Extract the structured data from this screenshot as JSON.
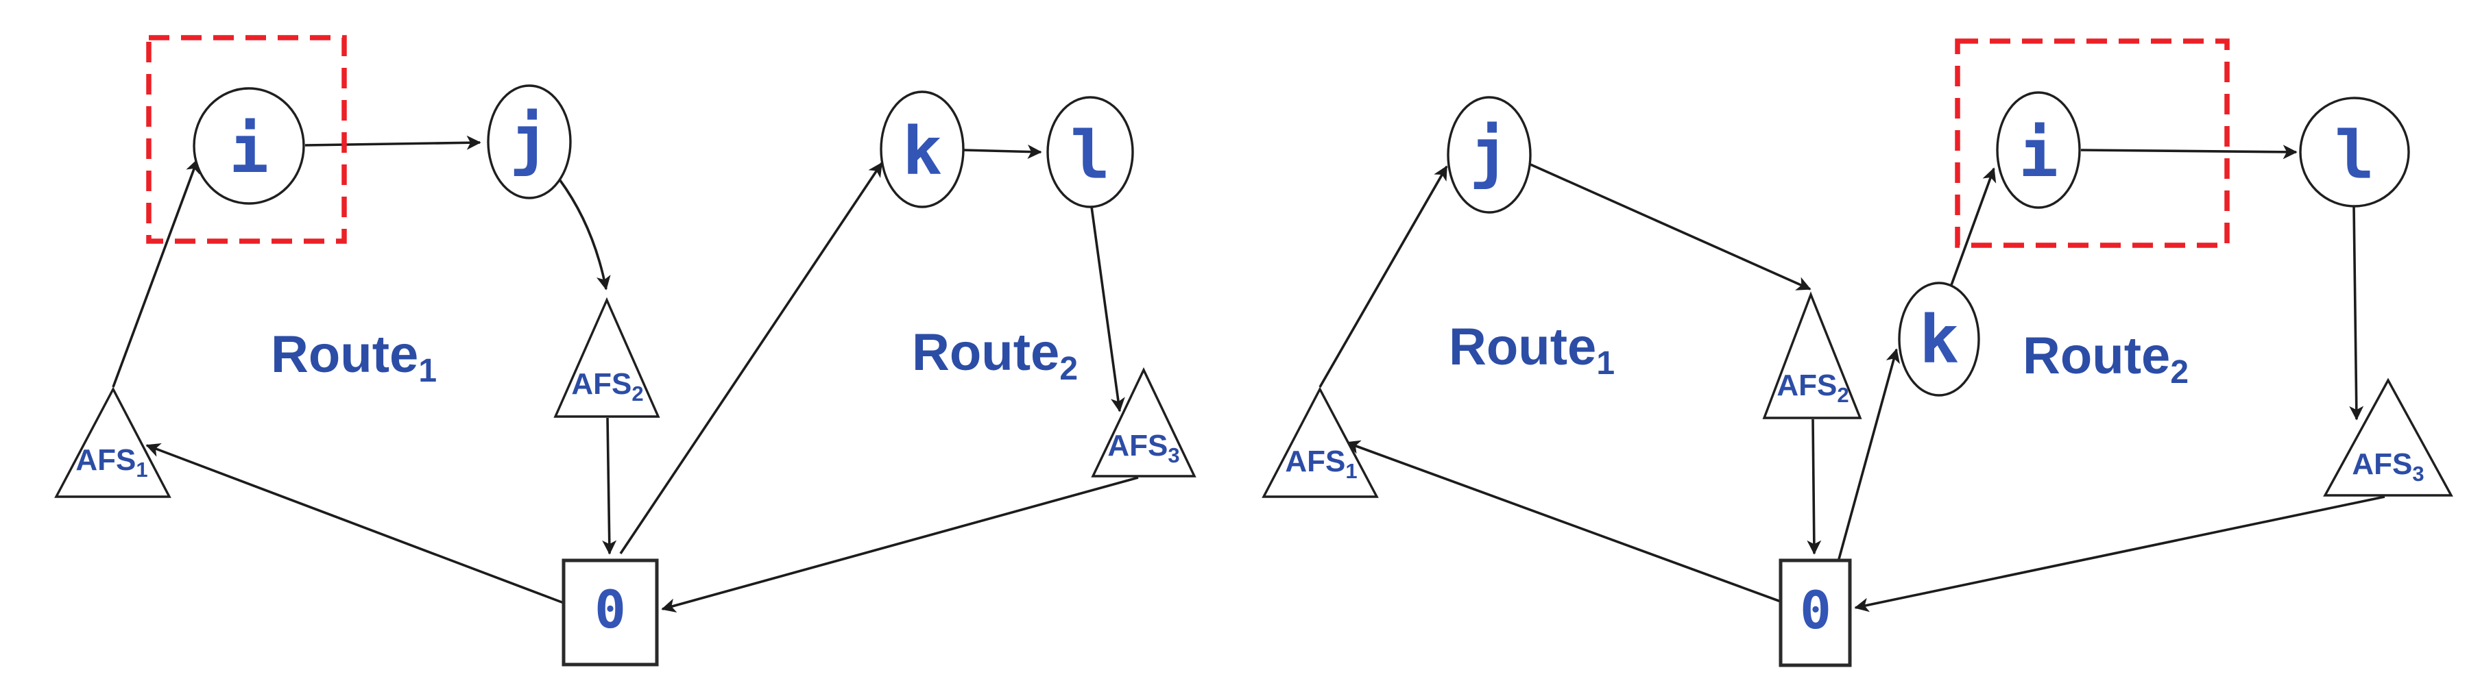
{
  "figure_type": "vehicle-routing-diagram",
  "colors": {
    "label_blue": "#2c4da6",
    "node_letter_blue": "#3355b5",
    "edge_black": "#1c1c1c",
    "highlight_red": "#ec2027",
    "shape_fill": "#ffffff"
  },
  "left": {
    "nodes": {
      "i": "i",
      "j": "j",
      "k": "k",
      "l": "l"
    },
    "depot": "0",
    "stations": {
      "afs1": {
        "name": "AFS",
        "sub": "1"
      },
      "afs2": {
        "name": "AFS",
        "sub": "2"
      },
      "afs3": {
        "name": "AFS",
        "sub": "3"
      }
    },
    "routes": {
      "route1": {
        "name": "Route",
        "sub": "1"
      },
      "route2": {
        "name": "Route",
        "sub": "2"
      }
    },
    "highlighted_node": "i",
    "edges": [
      [
        "0",
        "AFS1"
      ],
      [
        "AFS1",
        "i"
      ],
      [
        "i",
        "j"
      ],
      [
        "j",
        "AFS2"
      ],
      [
        "AFS2",
        "0"
      ],
      [
        "0",
        "k"
      ],
      [
        "k",
        "l"
      ],
      [
        "l",
        "AFS3"
      ],
      [
        "AFS3",
        "0"
      ]
    ]
  },
  "right": {
    "nodes": {
      "i": "i",
      "j": "j",
      "k": "k",
      "l": "l"
    },
    "depot": "0",
    "stations": {
      "afs1": {
        "name": "AFS",
        "sub": "1"
      },
      "afs2": {
        "name": "AFS",
        "sub": "2"
      },
      "afs3": {
        "name": "AFS",
        "sub": "3"
      }
    },
    "routes": {
      "route1": {
        "name": "Route",
        "sub": "1"
      },
      "route2": {
        "name": "Route",
        "sub": "2"
      }
    },
    "highlighted_node": "i",
    "edges": [
      [
        "0",
        "AFS1"
      ],
      [
        "AFS1",
        "j"
      ],
      [
        "j",
        "AFS2"
      ],
      [
        "AFS2",
        "0"
      ],
      [
        "0",
        "k"
      ],
      [
        "k",
        "i"
      ],
      [
        "i",
        "l"
      ],
      [
        "l",
        "AFS3"
      ],
      [
        "AFS3",
        "0"
      ]
    ]
  }
}
